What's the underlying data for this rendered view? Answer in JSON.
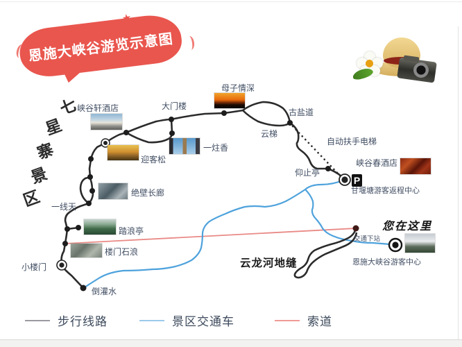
{
  "title": {
    "text": "恩施大峡谷游览示意图"
  },
  "region": {
    "name": "七星寨景区",
    "chars": [
      "七",
      "星",
      "寨",
      "景",
      "区"
    ]
  },
  "spots": [
    {
      "name": "峡谷轩酒店"
    },
    {
      "name": "大门楼"
    },
    {
      "name": "母子情深"
    },
    {
      "name": "古盐道"
    },
    {
      "name": "云梯"
    },
    {
      "name": "自动扶手电梯"
    },
    {
      "name": "峡谷春酒店"
    },
    {
      "name": "仰止亭"
    },
    {
      "name": "甘堰塘游客返程中心"
    },
    {
      "name": "迎客松"
    },
    {
      "name": "一炷香"
    },
    {
      "name": "绝壁长廊"
    },
    {
      "name": "一线天"
    },
    {
      "name": "踏浪亭"
    },
    {
      "name": "楼门石浪"
    },
    {
      "name": "小楼门"
    },
    {
      "name": "倒灌水"
    },
    {
      "name": "云龙河地缝"
    },
    {
      "name": "交通下站"
    },
    {
      "name": "您在这里"
    },
    {
      "name": "恩施大峡谷游客中心"
    }
  ],
  "markers": {
    "parking_label": "P"
  },
  "legend": {
    "items": [
      {
        "label": "步行线路",
        "color": "#9a9aa0"
      },
      {
        "label": "景区交通车",
        "color": "#9cc9ea"
      },
      {
        "label": "索道",
        "color": "#ef9a96"
      }
    ]
  },
  "colors": {
    "walking_route": "#2b2b2b",
    "bus_route": "#4ea2dc",
    "cableway": "#e98a86",
    "title_bubble": "#e9564e"
  },
  "decor": {
    "items": [
      "straw-hat",
      "camera",
      "daisy-flower",
      "green-leaf"
    ]
  }
}
